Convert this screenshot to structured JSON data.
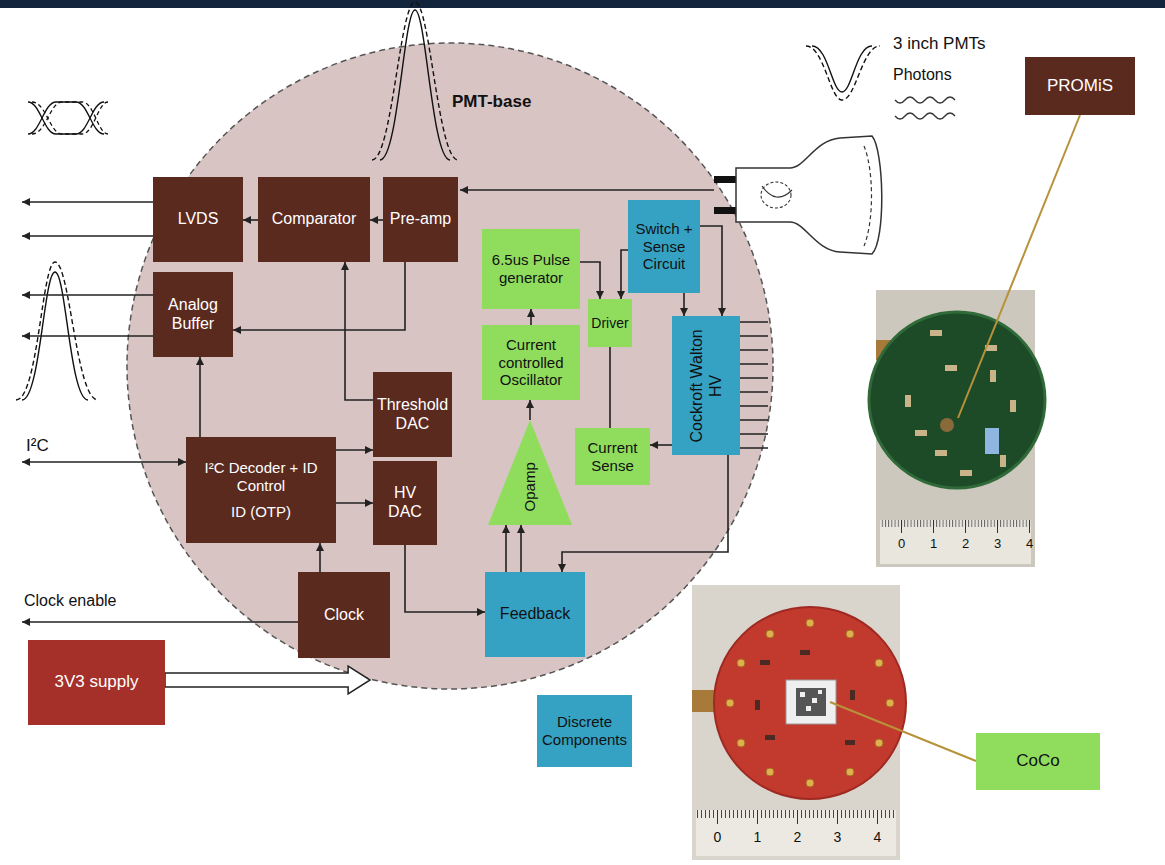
{
  "diagram": {
    "nodes": [
      {
        "text": [
          "PMT-base"
        ]
      },
      {
        "text": [
          "LVDS"
        ],
        "in": 0
      },
      {
        "text": [
          "Comparator"
        ],
        "in": 0
      },
      {
        "text": [
          "Pre-amp"
        ],
        "in": 0
      },
      {
        "text": [
          "Analog Buffer"
        ],
        "in": 0
      },
      {
        "text": [
          "Switch + Sense Circuit"
        ],
        "in": 0
      },
      {
        "text": [
          "6.5us Pulse generator"
        ],
        "in": 0
      },
      {
        "text": [
          "Driver"
        ],
        "in": 0
      },
      {
        "text": [
          "Current controlled Oscillator"
        ],
        "in": 0
      },
      {
        "text": [
          "Cockroft Walton HV"
        ],
        "in": 0
      },
      {
        "text": [
          "Threshold DAC"
        ],
        "in": 0
      },
      {
        "text": [
          "I²C Decoder + ID Control",
          "ID (OTP)"
        ],
        "in": 0
      },
      {
        "text": [
          "HV DAC"
        ],
        "in": 0
      },
      {
        "text": [
          "Opamp"
        ],
        "in": 0
      },
      {
        "text": [
          "Current Sense"
        ],
        "in": 0
      },
      {
        "text": [
          "Clock"
        ],
        "in": 0
      },
      {
        "text": [
          "Feedback"
        ],
        "in": 0
      },
      {
        "text": [
          "3V3 supply"
        ]
      },
      {
        "text": [
          "Discrete Components"
        ]
      },
      {
        "text": [
          "PROMiS"
        ]
      },
      {
        "text": [
          "CoCo"
        ]
      }
    ],
    "edges": [
      {
        "from": 3,
        "to": 2,
        "arrow": "to"
      },
      {
        "from": 2,
        "to": 1,
        "arrow": "to"
      },
      {
        "from": 3,
        "to": 4,
        "arrow": "to"
      },
      {
        "from": 10,
        "to": 2,
        "arrow": "to"
      },
      {
        "from": 11,
        "to": 4,
        "arrow": "to"
      },
      {
        "from": 11,
        "to": 10,
        "arrow": "to"
      },
      {
        "from": 11,
        "to": 12,
        "arrow": "to"
      },
      {
        "from": 15,
        "to": 11,
        "arrow": "to"
      },
      {
        "from": 12,
        "to": 16,
        "arrow": "to"
      },
      {
        "from": 9,
        "to": 16,
        "arrow": "to"
      },
      {
        "from": 16,
        "to": 13,
        "arrow": "to"
      },
      {
        "from": 16,
        "to": 13,
        "arrow": "to"
      },
      {
        "from": 13,
        "to": 8,
        "arrow": "to"
      },
      {
        "from": 8,
        "to": 6,
        "arrow": "to"
      },
      {
        "from": 6,
        "to": 7,
        "arrow": "to"
      },
      {
        "from": 5,
        "to": 7,
        "arrow": "to"
      },
      {
        "from": 7,
        "to": 14,
        "arrow": "none"
      },
      {
        "from": 9,
        "to": 14,
        "arrow": "to"
      },
      {
        "from": 5,
        "to": 9,
        "arrow": "to"
      },
      {
        "from": 5,
        "to": 9,
        "arrow": "to"
      },
      {
        "from": 17,
        "to": 0,
        "arrow": "to"
      }
    ],
    "labels": [
      "3 inch PMTs",
      "Photons",
      "I²C",
      "Clock enable",
      "0",
      "1",
      "2",
      "3",
      "4",
      "0",
      "1",
      "2",
      "3",
      "4"
    ]
  }
}
